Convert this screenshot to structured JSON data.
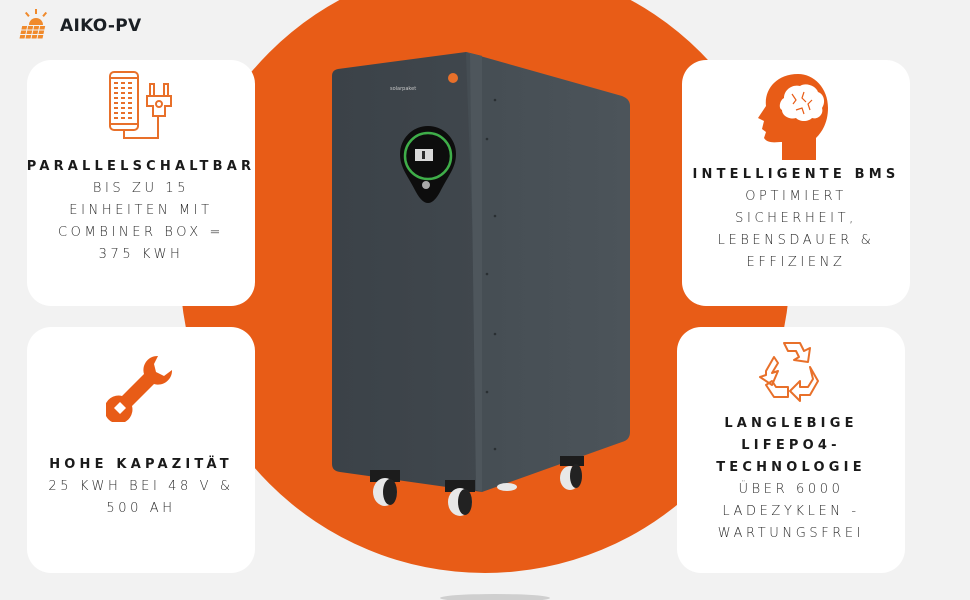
{
  "brand": {
    "name": "AIKO-PV",
    "icon": "solar-panel-sun-icon",
    "accent_color": "#e85c17"
  },
  "product": {
    "name": "battery-storage-unit",
    "display_icon": "green-ring-display"
  },
  "features": [
    {
      "icon": "battery-plug-icon",
      "title": "PARALLELSCHALTBAR",
      "description": [
        "BIS ZU 15",
        "EINHEITEN MIT",
        "COMBINER BOX =",
        "375 KWH"
      ]
    },
    {
      "icon": "wrench-icon",
      "title": "HOHE KAPAZITÄT",
      "description": [
        "25 KWH BEI 48 V &",
        "500 AH"
      ]
    },
    {
      "icon": "brain-head-icon",
      "title": "INTELLIGENTE BMS",
      "description": [
        "OPTIMIERT",
        "SICHERHEIT,",
        "LEBENSDAUER &",
        "EFFIZIENZ"
      ]
    },
    {
      "icon": "recycle-icon",
      "title_lines": [
        "LANGLEBIGE",
        "LIFEPO4-",
        "TECHNOLOGIE"
      ],
      "description": [
        "ÜBER 6000",
        "LADEZYKLEN -",
        "WARTUNGSFREI"
      ]
    }
  ],
  "colors": {
    "background": "#f2f2f2",
    "accent": "#e85c17",
    "card": "#ffffff",
    "battery_body": "#3f464c",
    "text_dark": "#1a1a1a"
  }
}
